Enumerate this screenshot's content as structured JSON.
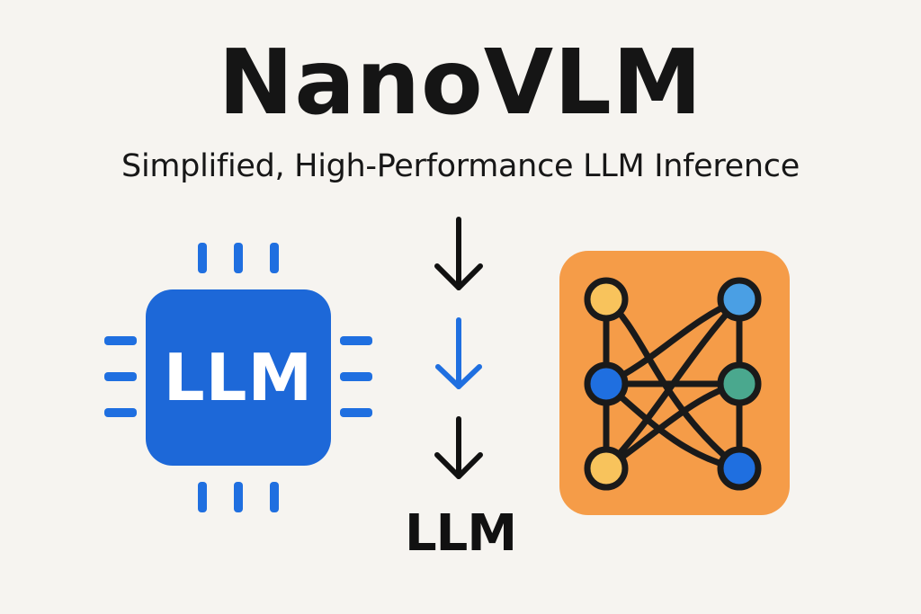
{
  "header": {
    "title": "NanoVLM",
    "subtitle": "Simplified, High-Performance LLM Inference"
  },
  "chip": {
    "label": "LLM",
    "color": "#1d68d8"
  },
  "flow": {
    "bottom_label": "LLM",
    "arrow_colors": [
      "#111111",
      "#1f6fe0",
      "#111111"
    ]
  },
  "network": {
    "background": "#f59c48",
    "node_colors": [
      "#f8c35c",
      "#4a9fe4",
      "#1f6fe0",
      "#4aa88e",
      "#f8c35c",
      "#1f6fe0"
    ]
  }
}
